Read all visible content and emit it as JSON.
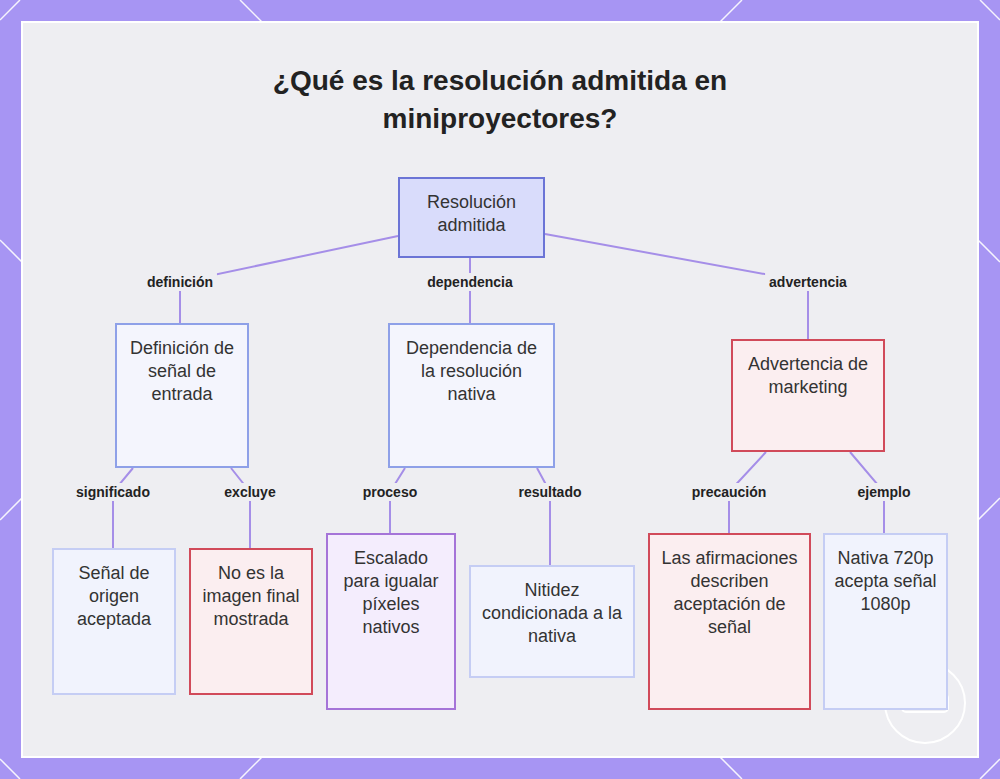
{
  "diagram": {
    "title": "¿Qué es la resolución admitida en miniproyectores?",
    "nodes": [
      {
        "text": [
          "Resolución admitida"
        ]
      },
      {
        "text": [
          "Definición de señal de entrada"
        ]
      },
      {
        "text": [
          "Dependencia de la resolución nativa"
        ]
      },
      {
        "text": [
          "Advertencia de marketing"
        ]
      },
      {
        "text": [
          "Señal de origen aceptada"
        ]
      },
      {
        "text": [
          "No es la imagen final mostrada"
        ]
      },
      {
        "text": [
          "Escalado para igualar píxeles nativos"
        ]
      },
      {
        "text": [
          "Nitidez condicionada a la nativa"
        ]
      },
      {
        "text": [
          "Las afirmaciones describen aceptación de señal"
        ]
      },
      {
        "text": [
          "Nativa 720p acepta señal 1080p"
        ]
      }
    ],
    "edges": [
      {
        "from": 0,
        "to": 1,
        "arrow": "none",
        "label": "definición"
      },
      {
        "from": 0,
        "to": 2,
        "arrow": "none",
        "label": "dependencia"
      },
      {
        "from": 0,
        "to": 3,
        "arrow": "none",
        "label": "advertencia"
      },
      {
        "from": 1,
        "to": 4,
        "arrow": "none",
        "label": "significado"
      },
      {
        "from": 1,
        "to": 5,
        "arrow": "none",
        "label": "excluye"
      },
      {
        "from": 2,
        "to": 6,
        "arrow": "none",
        "label": "proceso"
      },
      {
        "from": 2,
        "to": 7,
        "arrow": "none",
        "label": "resultado"
      },
      {
        "from": 3,
        "to": 8,
        "arrow": "none",
        "label": "precaución"
      },
      {
        "from": 3,
        "to": 9,
        "arrow": "none",
        "label": "ejemplo"
      }
    ]
  }
}
